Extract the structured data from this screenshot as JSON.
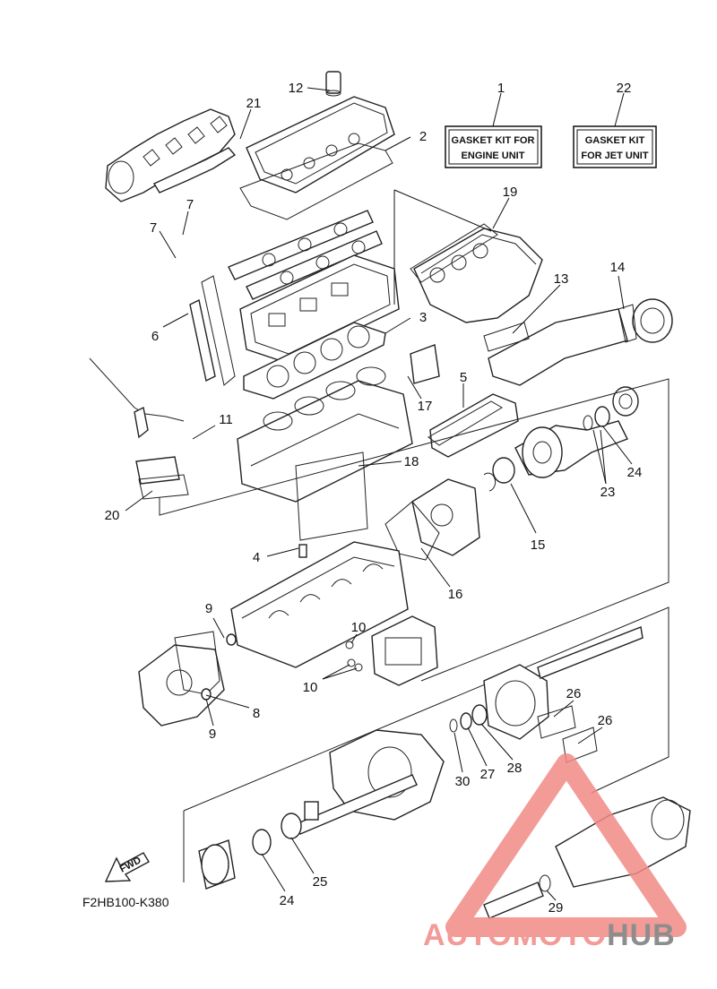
{
  "diagram": {
    "code": "F2HB100-K380",
    "fwd_label": "FWD",
    "kits": [
      {
        "number": "1",
        "line1": "GASKET KIT FOR",
        "line2": "ENGINE UNIT"
      },
      {
        "number": "22",
        "line1": "GASKET KIT",
        "line2": "FOR JET UNIT"
      }
    ],
    "callouts": [
      "12",
      "21",
      "2",
      "19",
      "7",
      "7",
      "6",
      "13",
      "14",
      "3",
      "5",
      "17",
      "11",
      "18",
      "20",
      "24",
      "23",
      "4",
      "15",
      "16",
      "9",
      "10",
      "10",
      "8",
      "9",
      "26",
      "26",
      "30",
      "27",
      "28",
      "25",
      "24",
      "29"
    ]
  },
  "watermark": {
    "part1": "AUTOMOTO",
    "part2": "HUB",
    "color_primary": "#f08a85",
    "color_secondary": "#7a7a7a"
  }
}
